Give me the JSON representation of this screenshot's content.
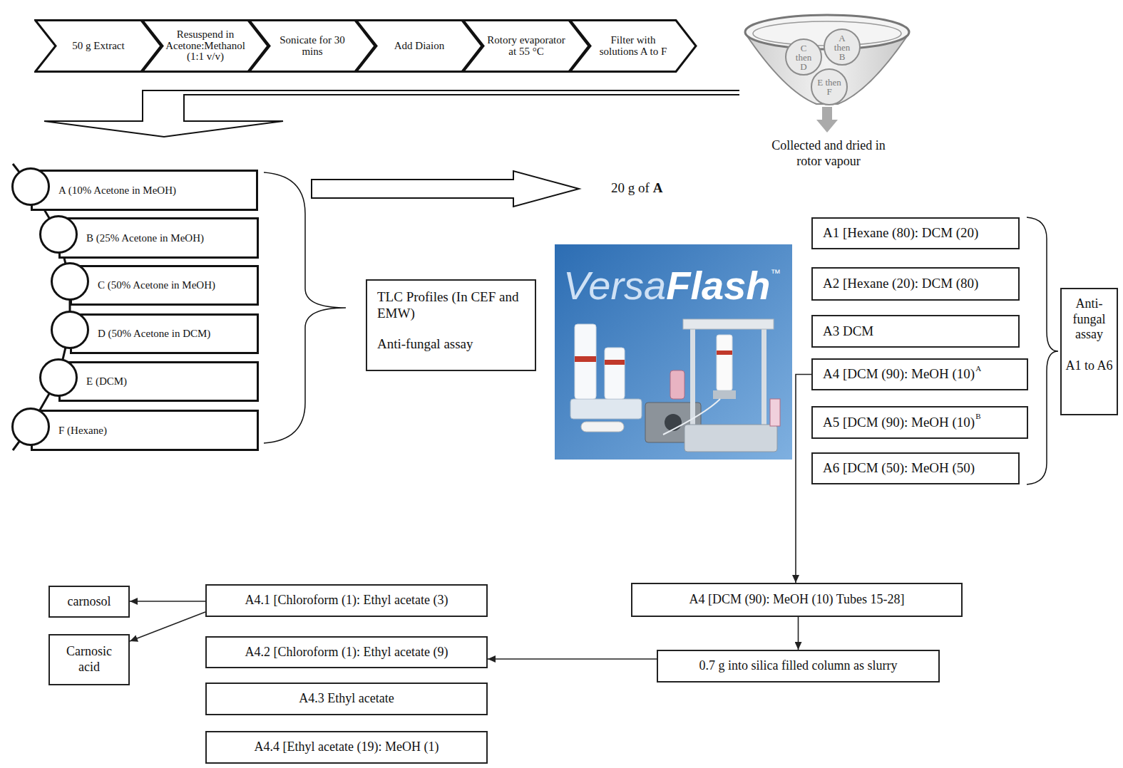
{
  "diagram": {
    "nodes": [
      {
        "text": [
          "50 g Extract"
        ]
      },
      {
        "text": [
          "Resuspend in Acetone:Methanol (1:1 v/v)"
        ]
      },
      {
        "text": [
          "Sonicate for 30 mins"
        ]
      },
      {
        "text": [
          "Add Diaion"
        ]
      },
      {
        "text": [
          "Rotory evaporator at 55 °C"
        ]
      },
      {
        "text": [
          "Filter with solutions A to F"
        ]
      },
      {
        "text": [
          "A then B"
        ]
      },
      {
        "text": [
          "C then D"
        ]
      },
      {
        "text": [
          "E then F"
        ]
      },
      {
        "text": [
          "A (10% Acetone in MeOH)"
        ]
      },
      {
        "text": [
          "B (25% Acetone in MeOH)"
        ]
      },
      {
        "text": [
          "C (50% Acetone in MeOH)"
        ]
      },
      {
        "text": [
          "D (50% Acetone in DCM)"
        ]
      },
      {
        "text": [
          "E (DCM)"
        ]
      },
      {
        "text": [
          "F (Hexane)"
        ]
      },
      {
        "text": [
          "TLC Profiles (In CEF and EMW)",
          "Anti-fungal assay"
        ]
      },
      {
        "text": [
          "A1 [Hexane (80): DCM (20)"
        ]
      },
      {
        "text": [
          "A2 [Hexane (20): DCM (80)"
        ]
      },
      {
        "text": [
          "A3 DCM"
        ]
      },
      {
        "text": [
          "A4 [DCM (90): MeOH (10)",
          "A"
        ]
      },
      {
        "text": [
          "A5 [DCM (90): MeOH (10)",
          "B"
        ]
      },
      {
        "text": [
          "A6 [DCM (50): MeOH (50)"
        ]
      },
      {
        "text": [
          "Anti-fungal assay",
          "A1 to A6"
        ]
      },
      {
        "text": [
          "A4 [DCM (90): MeOH (10) Tubes 15-28]"
        ]
      },
      {
        "text": [
          "0.7 g into silica filled column as slurry"
        ]
      },
      {
        "text": [
          "A4.1 [Chloroform (1): Ethyl acetate (3)"
        ]
      },
      {
        "text": [
          "A4.2 [Chloroform (1): Ethyl acetate (9)"
        ]
      },
      {
        "text": [
          "A4.3 Ethyl acetate"
        ]
      },
      {
        "text": [
          "A4.4 [Ethyl acetate (19): MeOH (1)"
        ]
      },
      {
        "text": [
          "carnosol"
        ]
      },
      {
        "text": [
          "Carnosic acid"
        ]
      }
    ],
    "edges": [
      {
        "from": 19,
        "to": 23,
        "arrow": "to"
      },
      {
        "from": 23,
        "to": 24,
        "arrow": "to"
      },
      {
        "from": 24,
        "to": 26,
        "arrow": "to"
      },
      {
        "from": 25,
        "to": 29,
        "arrow": "to"
      },
      {
        "from": 25,
        "to": 30,
        "arrow": "to"
      }
    ],
    "labels": [
      "Collected and dried in rotor vapour",
      "20 g of",
      "A",
      "Versa",
      "Flash",
      "™"
    ]
  }
}
